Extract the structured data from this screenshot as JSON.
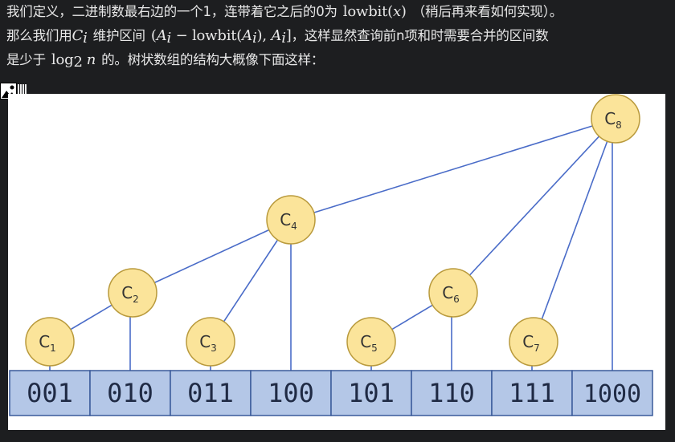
{
  "paragraph": {
    "l1_a": "我们定义，二进制数最右边的一个1，连带着它之后的0为",
    "l1_m1": "lowbit",
    "l1_m2": "(",
    "l1_m3": "x",
    "l1_m4": ")",
    "l1_b": "（稍后再来看如何实现）。",
    "l2_a": "那么我们用",
    "l2_C": "C",
    "l2_i": "i",
    "l2_b": "维护区间",
    "l2_m1": "(",
    "l2_A": "A",
    "l2_Ai": "i",
    "l2_m2": " − lowbit(",
    "l2_A2": "A",
    "l2_A2i": "i",
    "l2_m3": "), ",
    "l2_A3": "A",
    "l2_A3i": "i",
    "l2_m4": "]",
    "l2_c": "，这样显然查询前n项和时需要合并的区间数",
    "l3_a": "是少于",
    "l3_log": "log",
    "l3_sub": "2",
    "l3_n": "n",
    "l3_b": "的。树状数组的结构大概像下面这样："
  },
  "figure": {
    "nodes": [
      {
        "letter": "C",
        "sub": "1"
      },
      {
        "letter": "C",
        "sub": "2"
      },
      {
        "letter": "C",
        "sub": "3"
      },
      {
        "letter": "C",
        "sub": "4"
      },
      {
        "letter": "C",
        "sub": "5"
      },
      {
        "letter": "C",
        "sub": "6"
      },
      {
        "letter": "C",
        "sub": "7"
      },
      {
        "letter": "C",
        "sub": "8"
      }
    ],
    "cells": [
      "001",
      "010",
      "011",
      "100",
      "101",
      "110",
      "111",
      "1000"
    ],
    "colors": {
      "node_fill": "#fbe49a",
      "node_stroke": "#b99a3c",
      "cell_fill": "#b4c7e7",
      "cell_stroke": "#3a5a9a",
      "line": "#4a6cc8"
    }
  },
  "icons": {
    "broken_image": "broken-image-icon"
  }
}
